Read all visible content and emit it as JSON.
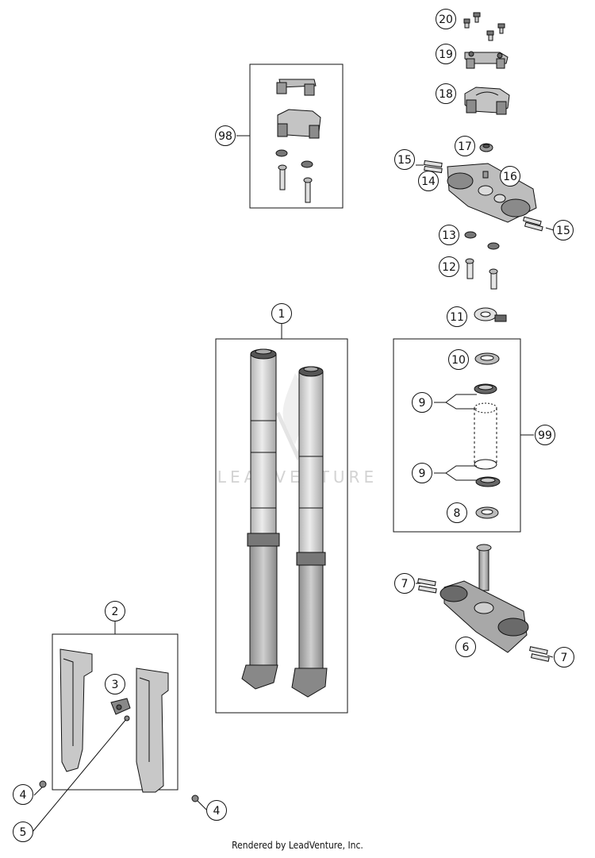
{
  "watermark": "LEADVENTURE",
  "footer": "Rendered by LeadVenture, Inc.",
  "callouts": [
    "20",
    "19",
    "18",
    "98",
    "17",
    "15",
    "16",
    "14",
    "15",
    "13",
    "12",
    "11",
    "1",
    "10",
    "9",
    "99",
    "9",
    "8",
    "7",
    "6",
    "7",
    "2",
    "3",
    "4",
    "4",
    "5"
  ],
  "colors": {
    "line": "#111111",
    "part_fill": "#c8c8c8",
    "part_dark": "#8c8c8c",
    "part_light": "#e6e6e6",
    "watermark": "#d3d3d3"
  }
}
